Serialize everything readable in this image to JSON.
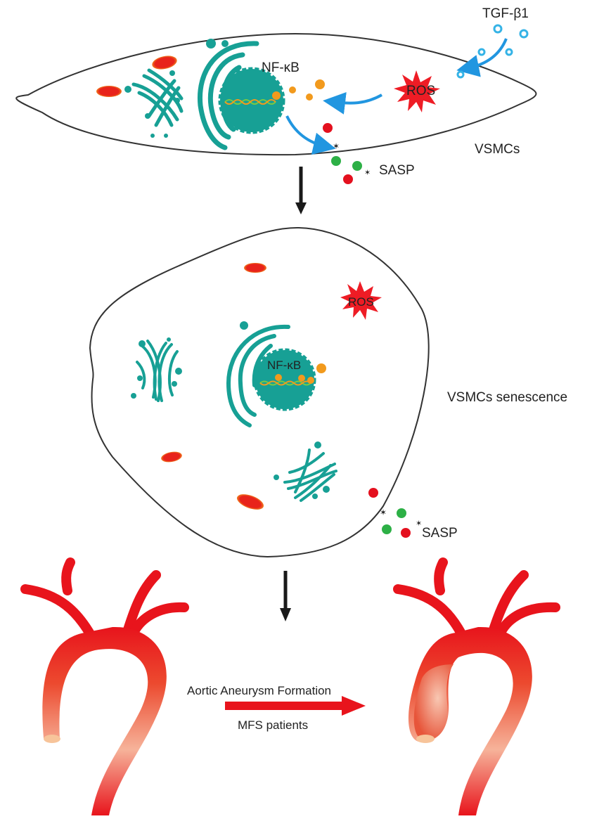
{
  "figure": {
    "panel_top": {
      "cell_label": "VSMCs",
      "stimulus_label": "TGF-β1",
      "ros_label": "ROS",
      "nfkb_label": "NF-κB",
      "sasp_label": "SASP"
    },
    "panel_middle": {
      "cell_label": "VSMCs senescence",
      "ros_label": "ROS",
      "nfkb_label": "NF-κB",
      "sasp_label": "SASP"
    },
    "panel_bottom": {
      "arrow_label_top": "Aortic Aneurysm Formation",
      "arrow_label_bottom": "MFS patients"
    }
  },
  "colors": {
    "organelle_teal": "#17a095",
    "mitochondria_red": "#e8231b",
    "mitochondria_rim": "#f5a623",
    "nfkb_orange": "#f29a1d",
    "sasp_red": "#e4101e",
    "sasp_green": "#2db046",
    "tgf_blue": "#35b3e6",
    "pathway_arrow_blue": "#2196e0",
    "ros_star_red": "#ee1c25",
    "aorta_red": "#e8141c",
    "aorta_light": "#f7b9a0",
    "cell_outline": "#333333",
    "flow_arrow_black": "#1a1a1a"
  }
}
